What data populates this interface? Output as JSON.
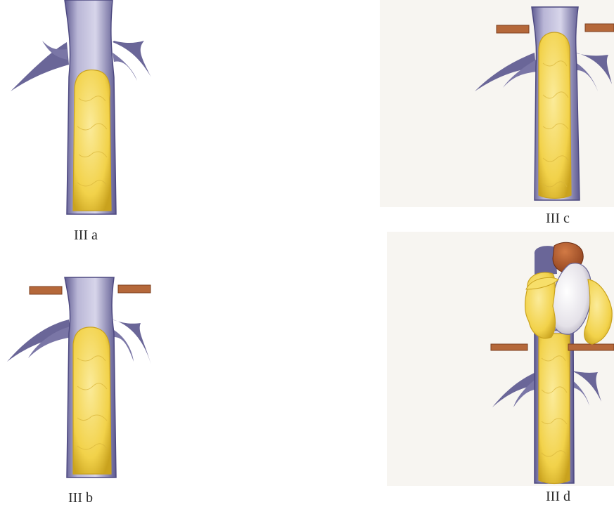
{
  "figure": {
    "panels": [
      {
        "id": "a",
        "caption": "III a",
        "clamps": false,
        "heart": false
      },
      {
        "id": "b",
        "caption": "III b",
        "clamps": true,
        "heart": false
      },
      {
        "id": "c",
        "caption": "III c",
        "clamps": true,
        "heart": false
      },
      {
        "id": "d",
        "caption": "III d",
        "clamps": true,
        "heart": true
      }
    ]
  },
  "colors": {
    "vein": "#b9b6d6",
    "vein_dark": "#6a6698",
    "thrombus": "#f2d24a",
    "thrombus_light": "#fbeb9a",
    "thrombus_edge": "#c9a21e",
    "clamp": "#b5683a",
    "atrium_dark": "#a2502a",
    "heart_white": "#ece9ee",
    "background_texture": "#f7f5f1"
  }
}
